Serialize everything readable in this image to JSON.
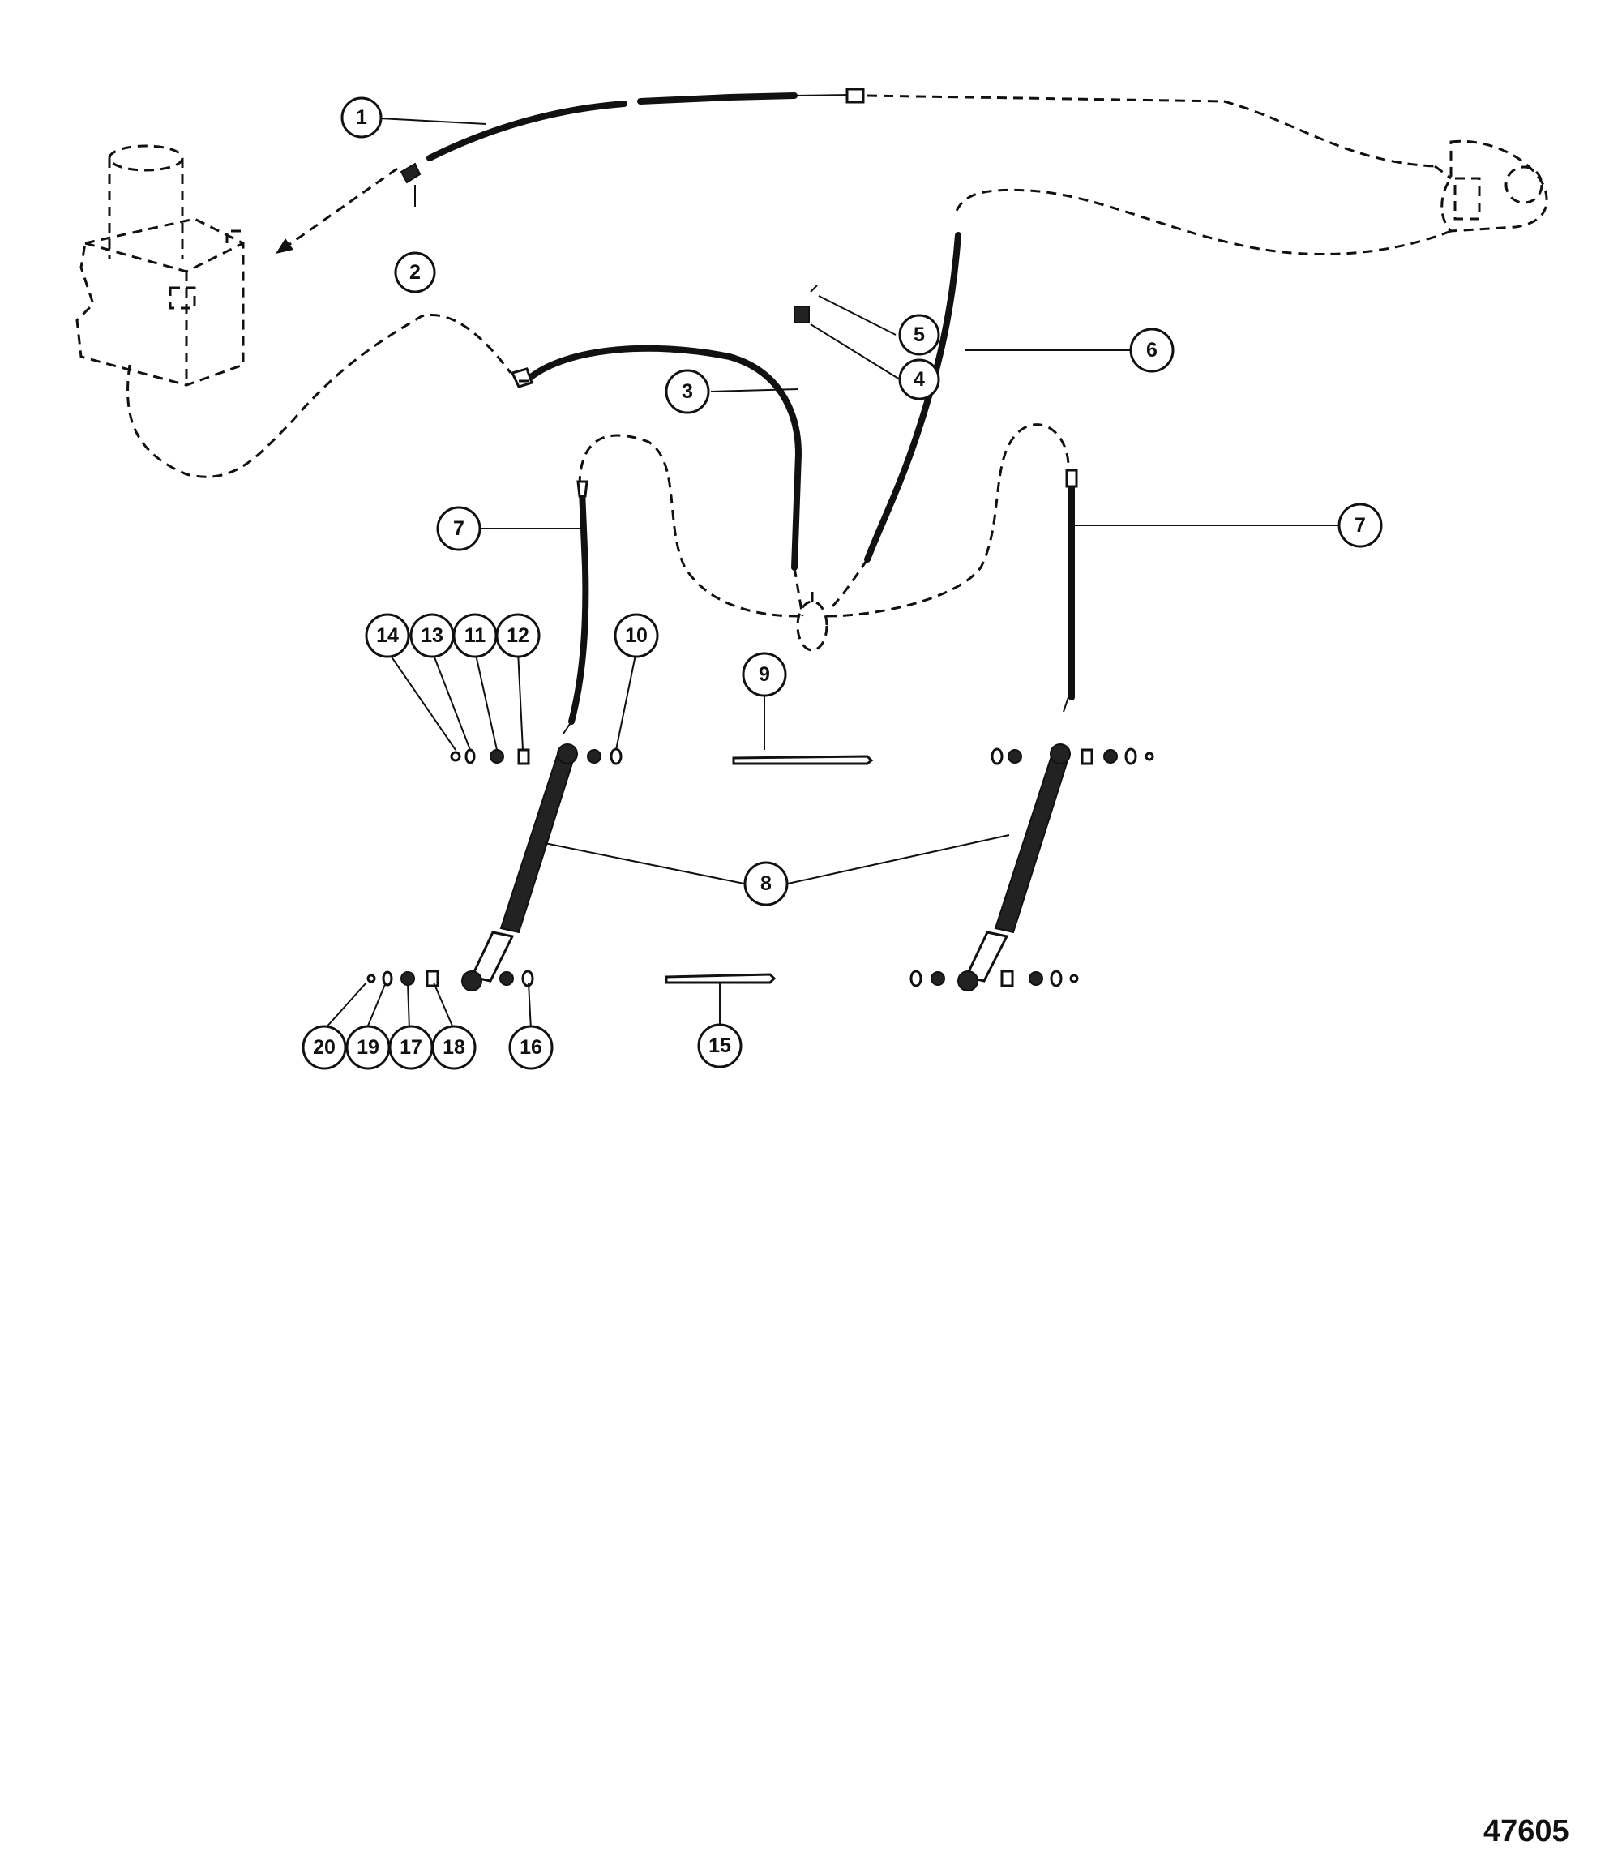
{
  "figure_number": "47605",
  "callouts": {
    "c1": "1",
    "c2": "2",
    "c3": "3",
    "c4": "4",
    "c5": "5",
    "c6": "6",
    "c7a": "7",
    "c7b": "7",
    "c8": "8",
    "c9": "9",
    "c10": "10",
    "c11": "11",
    "c12": "12",
    "c13": "13",
    "c14": "14",
    "c15": "15",
    "c16": "16",
    "c17": "17",
    "c18": "18",
    "c19": "19",
    "c20": "20"
  }
}
